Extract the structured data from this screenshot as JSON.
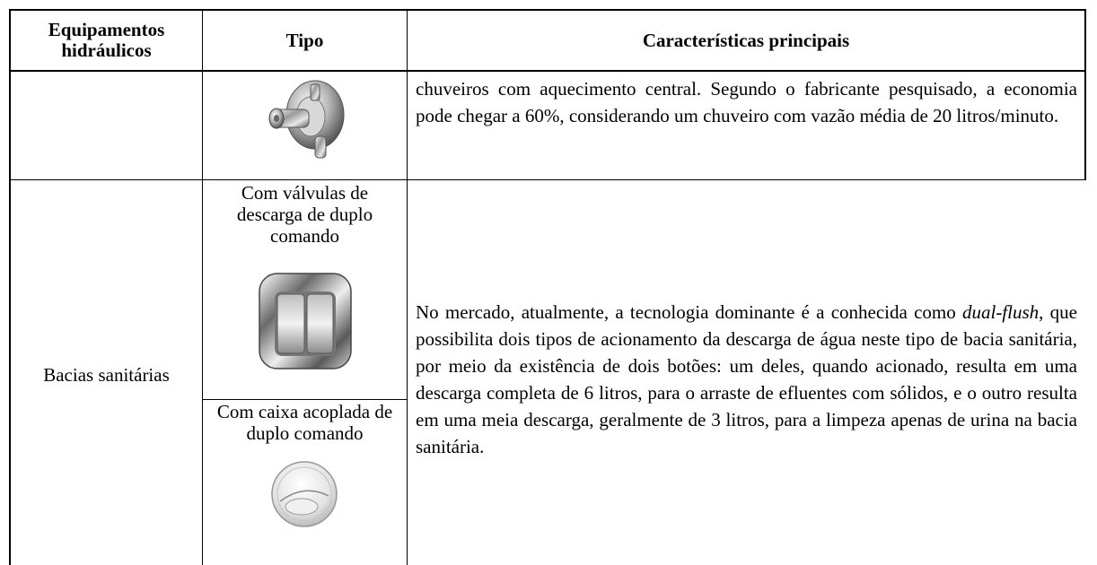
{
  "table": {
    "headers": {
      "equipment": "Equipamentos hidráulicos",
      "type": "Tipo",
      "features": "Características principais"
    },
    "row1": {
      "equipment": "",
      "type_image": "shower-valve-image",
      "features": "chuveiros com aquecimento central. Segundo o fabricante pesquisado, a economia pode chegar a 60%, considerando um chuveiro com vazão média de 20 litros/minuto."
    },
    "row2": {
      "equipment": "Bacias sanitárias",
      "type_a_label": "Com válvulas de descarga de duplo comando",
      "type_a_image": "dual-flush-valve-image",
      "type_b_label": "Com caixa acoplada de duplo comando",
      "type_b_image": "dual-flush-button-image",
      "features_pre": "No mercado, atualmente, a tecnologia dominante é a conhecida como ",
      "features_em": "dual-flush",
      "features_post": ", que possibilita dois tipos de acionamento da descarga de água neste tipo de bacia sanitária, por meio da existência de dois botões: um deles, quando acionado, resulta em uma descarga completa de 6 litros, para o arraste de efluentes com sólidos, e o outro resulta em uma meia descarga, geralmente de 3 litros, para a limpeza apenas de urina na bacia sanitária."
    }
  }
}
